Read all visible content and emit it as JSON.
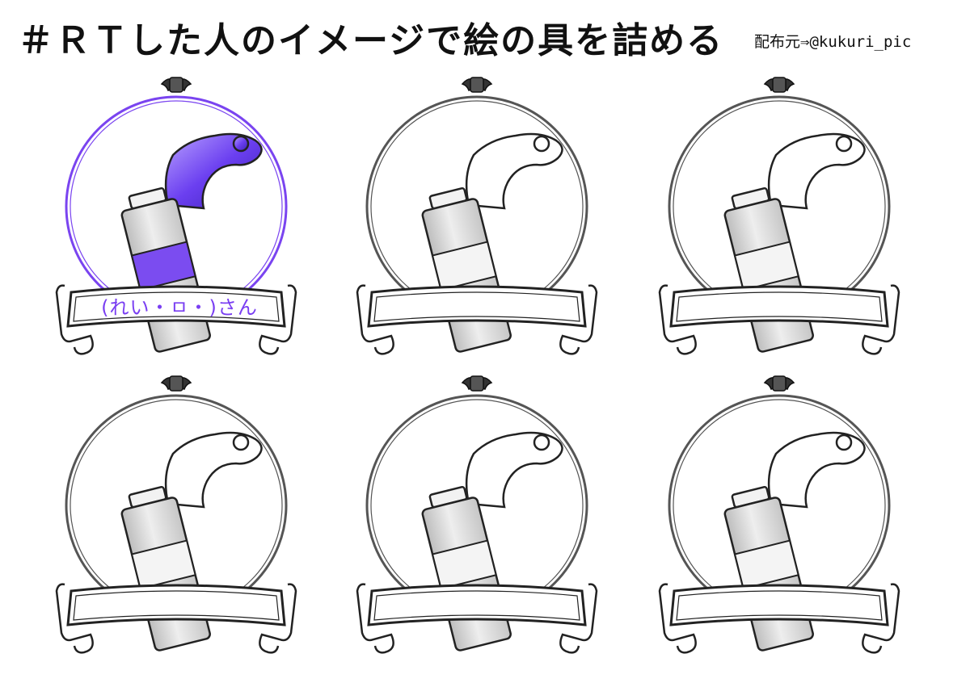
{
  "header": {
    "title": "＃ＲＴした人のイメージで絵の具を詰める",
    "credit": "配布元⇒@kukuri_pic"
  },
  "cards": [
    {
      "name": "(れい・ㅁ・)さん",
      "filled": true,
      "fill_color": "#7b4cf0"
    },
    {
      "name": "",
      "filled": false
    },
    {
      "name": "",
      "filled": false
    },
    {
      "name": "",
      "filled": false
    },
    {
      "name": "",
      "filled": false
    },
    {
      "name": "",
      "filled": false
    }
  ],
  "colors": {
    "frame_purple": "#7a44f0",
    "frame_default": "#555555",
    "tube_body": "#d6d6d6",
    "tube_band": "#f4f4f4"
  }
}
